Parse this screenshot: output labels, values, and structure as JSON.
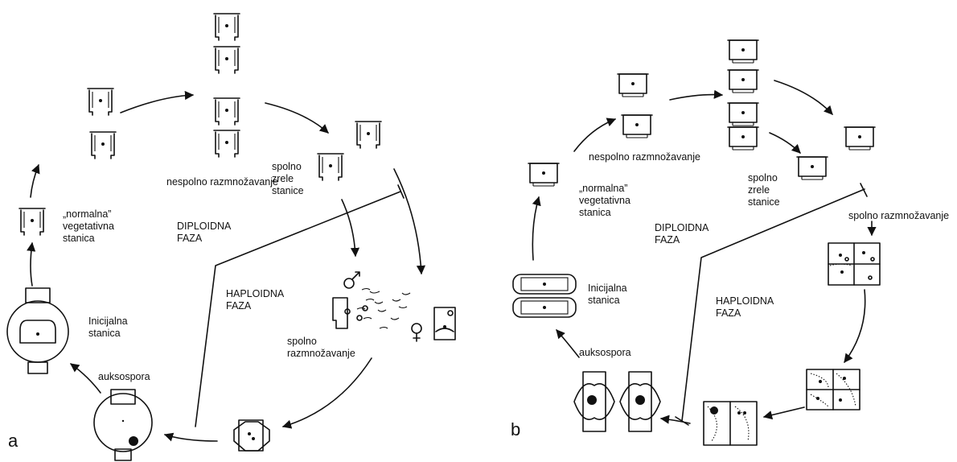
{
  "panel_a": {
    "letter": "a",
    "labels": {
      "asexual": "nespolno razmnožavanje",
      "normal_cell": "„normalna”\nvegetativna\nstanica",
      "mature": "spolno\nzrele\nstanice",
      "diploid": "DIPLOIDNA\nFAZA",
      "haploid": "HAPLOIDNA\nFAZA",
      "initial": "Inicijalna\nstanica",
      "sexual": "spolno\nrazmnožavanje",
      "auxospore": "auksospora"
    }
  },
  "panel_b": {
    "letter": "b",
    "labels": {
      "asexual": "nespolno razmnožavanje",
      "normal_cell": "„normalna”\nvegetativna\nstanica",
      "mature": "spolno\nzrele\nstanice",
      "sexual": "spolno razmnožavanje",
      "diploid": "DIPLOIDNA\nFAZA",
      "haploid": "HAPLOIDNA\nFAZA",
      "initial": "Inicijalna\nstanica",
      "auxospore": "auksospora"
    }
  }
}
